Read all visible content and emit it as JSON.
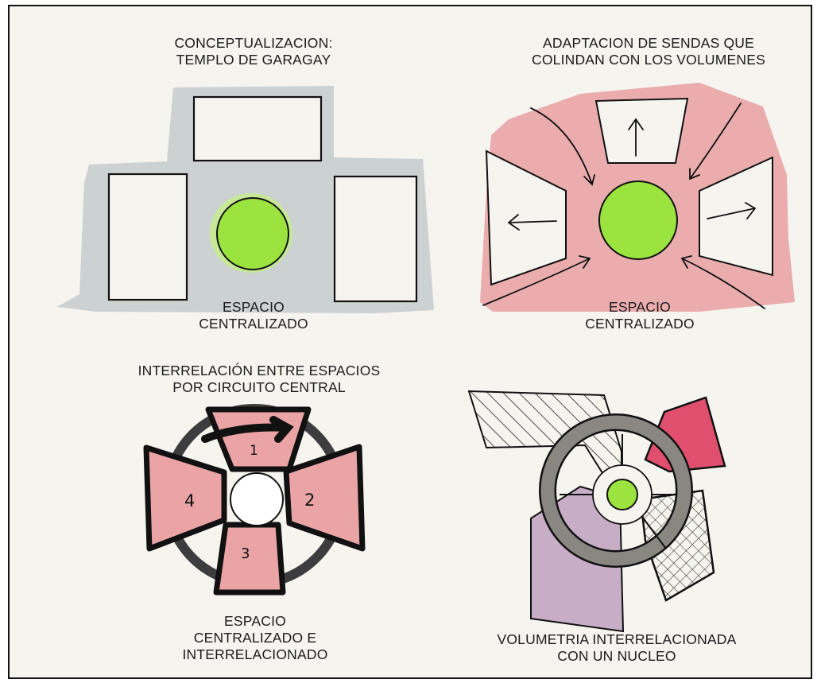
{
  "panels": {
    "top_left": {
      "title": [
        "CONCEPTUALIZACION:",
        "TEMPLO DE GARAGAY"
      ],
      "label": [
        "ESPACIO",
        "CENTRALIZADO"
      ]
    },
    "top_right": {
      "title": [
        "ADAPTACION DE SENDAS QUE",
        "COLINDAN CON LOS VOLUMENES"
      ],
      "label": [
        "ESPACIO",
        "CENTRALIZADO"
      ]
    },
    "bottom_left": {
      "title": [
        "INTERRELACIÓN ENTRE ESPACIOS",
        "POR CIRCUITO CENTRAL"
      ],
      "label": [
        "ESPACIO",
        "CENTRALIZADO E",
        "INTERRELACIONADO"
      ],
      "numbers": [
        "1",
        "2",
        "3",
        "4"
      ]
    },
    "bottom_right": {
      "label": [
        "VOLUMETRIA INTERRELACIONADA",
        "CON UN NUCLEO"
      ]
    }
  },
  "colors": {
    "paper": "#f5f4ef",
    "ink": "#111111",
    "gray_wash": "#c9cfcf",
    "pink_wash": "#eaa4a6",
    "green_core": "#9be33f",
    "ring_gray": "#8a8783",
    "magenta": "#e0506e",
    "lavender": "#c7aec6"
  }
}
